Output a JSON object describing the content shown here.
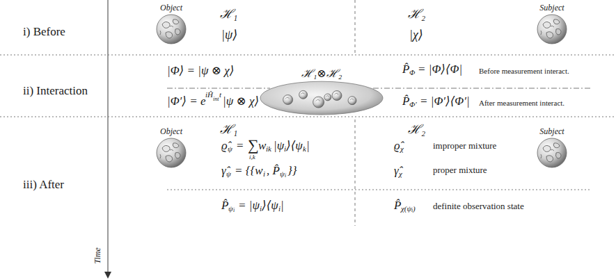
{
  "diagram": {
    "nodes": [
      {
        "text": [
          "Object"
        ]
      },
      {
        "text": [
          "Subject"
        ]
      },
      {
        "text": [
          "ℋ₁⊗ℋ₂"
        ]
      },
      {
        "text": [
          "Object"
        ]
      },
      {
        "text": [
          "Subject"
        ]
      }
    ],
    "labels": [
      "i) Before",
      "ii) Interaction",
      "iii) After",
      "Time",
      "ℋ₁",
      "|ψ⟩",
      "ℋ₂",
      "|χ⟩",
      "|Φ⟩ = |ψ ⊗ χ⟩",
      "|Φ′⟩ = e",
      "iĤ",
      "int",
      "t",
      "|ψ ⊗ χ⟩",
      "P̂",
      "Φ",
      "= |Φ⟩⟨Φ|",
      "Before measurement interact.",
      "P̂",
      "Φ′",
      "= |Φ′⟩⟨Φ′|",
      "After measurement interact.",
      "ℋ₁",
      "ϱ̂",
      "ψ",
      "=",
      "∑",
      "i,k",
      "w",
      "ik",
      "|ψ",
      "i",
      "⟩⟨ψ",
      "k",
      "|",
      "γ̂",
      "ψ",
      "= {{w",
      "i",
      ", P̂",
      "ψ",
      "i",
      "}}",
      "P̂",
      "ψ",
      "i",
      "= |ψ",
      "i",
      "⟩⟨ψ",
      "i",
      "|",
      "ℋ₂",
      "ϱ̂",
      "χ",
      "improper mixture",
      "γ̂",
      "χ",
      "proper mixture",
      "P̂",
      "χ(ψ",
      "i",
      ")",
      "definite observation state"
    ]
  }
}
